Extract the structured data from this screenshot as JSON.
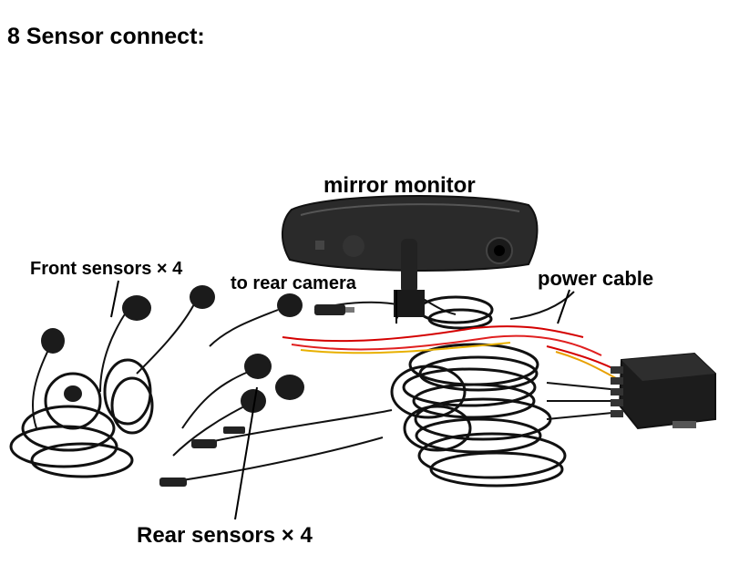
{
  "title": "8 Sensor connect:",
  "labels": {
    "mirror_monitor": "mirror monitor",
    "front_sensors": "Front sensors × 4",
    "to_rear_camera": "to rear camera",
    "power_cable": "power cable",
    "rear_sensors": "Rear sensors × 4"
  }
}
